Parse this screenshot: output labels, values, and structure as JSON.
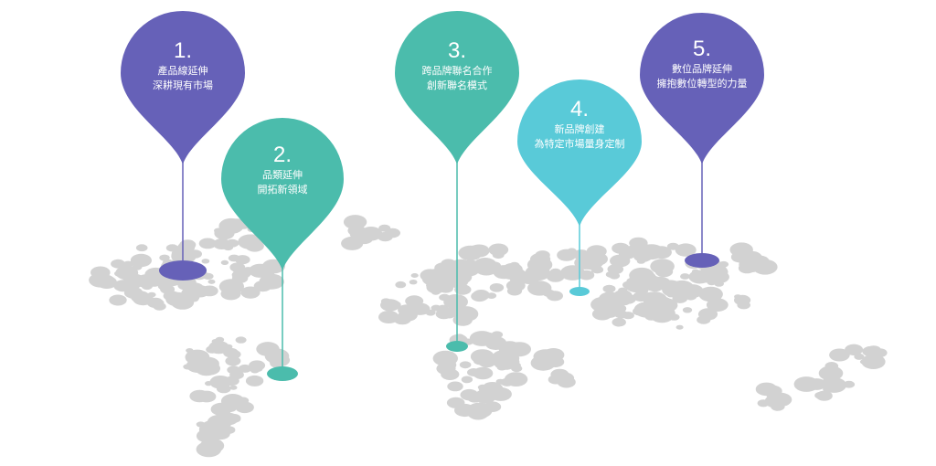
{
  "colors": {
    "purple": "#6661b8",
    "green": "#4bbcac",
    "cyan": "#59cad8",
    "dots": "#d2d2d2"
  },
  "pins": [
    {
      "number": "1.",
      "line1": "產品線延伸",
      "line2": "深耕現有市場",
      "color": "purple"
    },
    {
      "number": "2.",
      "line1": "品類延伸",
      "line2": "開拓新領域",
      "color": "green"
    },
    {
      "number": "3.",
      "line1": "跨品牌聯名合作",
      "line2": "創新聯名模式",
      "color": "green"
    },
    {
      "number": "4.",
      "line1": "新品牌創建",
      "line2": "為特定市場量身定制",
      "color": "cyan"
    },
    {
      "number": "5.",
      "line1": "數位品牌延伸",
      "line2": "擁抱數位轉型的力量",
      "color": "purple"
    }
  ]
}
